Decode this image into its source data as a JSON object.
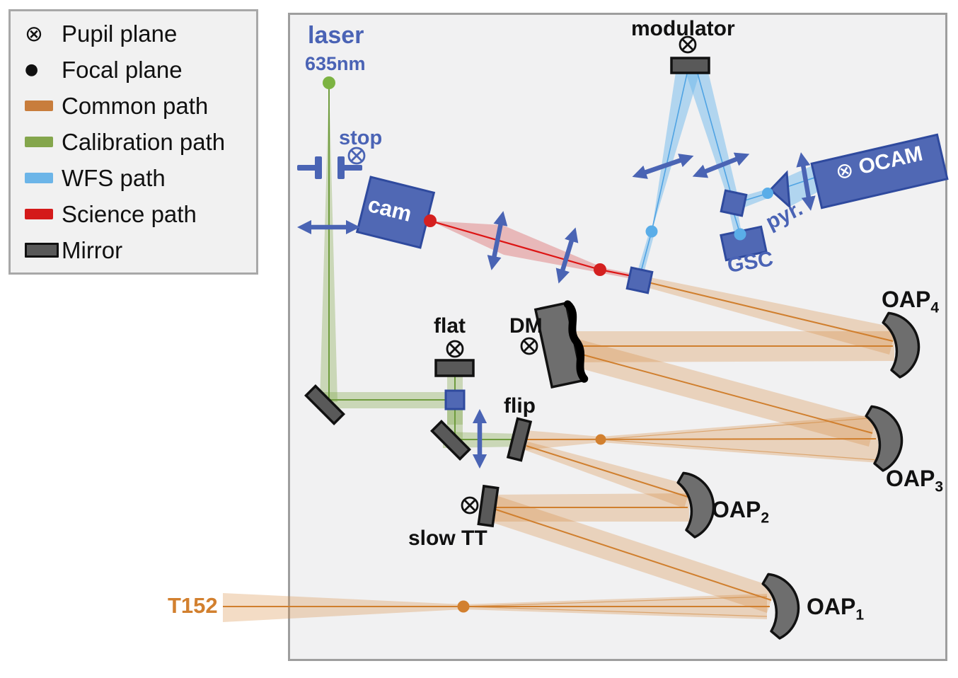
{
  "legend": {
    "items": [
      {
        "id": "pupil-plane",
        "label": "Pupil plane",
        "symbol": "⊗"
      },
      {
        "id": "focal-plane",
        "label": "Focal plane",
        "symbol": "●"
      },
      {
        "id": "common-path",
        "label": "Common path",
        "color": "#c87d3c"
      },
      {
        "id": "calibration-path",
        "label": "Calibration path",
        "color": "#84a64c"
      },
      {
        "id": "wfs-path",
        "label": "WFS path",
        "color": "#6cb5e8"
      },
      {
        "id": "science-path",
        "label": "Science path",
        "color": "#d41a1a"
      },
      {
        "id": "mirror",
        "label": "Mirror",
        "color": "#595959"
      }
    ]
  },
  "components": {
    "laser": {
      "label": "laser",
      "wavelength": "635nm"
    },
    "stop": {
      "label": "stop"
    },
    "cam": {
      "label": "cam"
    },
    "modulator": {
      "label": "modulator"
    },
    "ocam": {
      "label": "OCAM",
      "pupil_symbol": "⊗"
    },
    "pyramid": {
      "label": "pyr."
    },
    "gsc": {
      "label": "GSC"
    },
    "flat": {
      "label": "flat"
    },
    "dm": {
      "label": "DM"
    },
    "flip": {
      "label": "flip"
    },
    "slow_tt": {
      "label": "slow TT"
    },
    "oap1": {
      "label": "OAP",
      "sub": "1"
    },
    "oap2": {
      "label": "OAP",
      "sub": "2"
    },
    "oap3": {
      "label": "OAP",
      "sub": "3"
    },
    "oap4": {
      "label": "OAP",
      "sub": "4"
    },
    "t152": {
      "label": "T152"
    }
  },
  "colors": {
    "common_path": "#c87d3c",
    "calibration_path": "#84a64c",
    "wfs_path": "#6cb5e8",
    "science_path": "#d41a1a",
    "mirror_fill": "#595959",
    "component_blue": "#5068b4",
    "component_blue_border": "#2f4a9e",
    "label_blue": "#4a63b5",
    "label_orange": "#d2802f"
  }
}
